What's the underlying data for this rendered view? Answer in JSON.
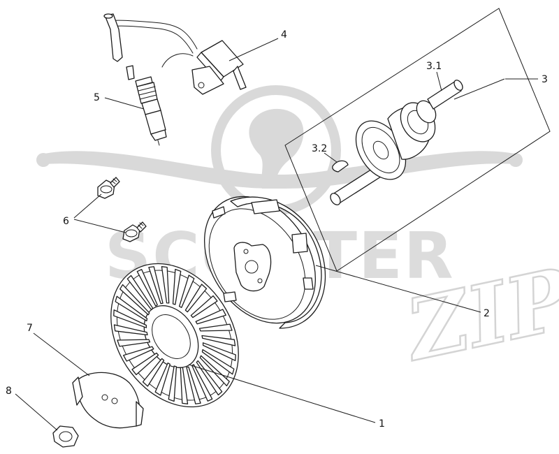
{
  "callouts": [
    {
      "id": "label-1",
      "text": "1"
    },
    {
      "id": "label-2",
      "text": "2"
    },
    {
      "id": "label-3",
      "text": "3"
    },
    {
      "id": "label-3-1",
      "text": "3.1"
    },
    {
      "id": "label-3-2",
      "text": "3.2"
    },
    {
      "id": "label-4",
      "text": "4"
    },
    {
      "id": "label-5",
      "text": "5"
    },
    {
      "id": "label-6",
      "text": "6"
    },
    {
      "id": "label-7",
      "text": "7"
    },
    {
      "id": "label-8",
      "text": "8"
    }
  ],
  "watermark": {
    "word": "SCOOTER",
    "script": "ZIP"
  },
  "colors": {
    "line": "#1c1c1c",
    "watermark": "#d9d9d9",
    "background": "#ffffff"
  }
}
